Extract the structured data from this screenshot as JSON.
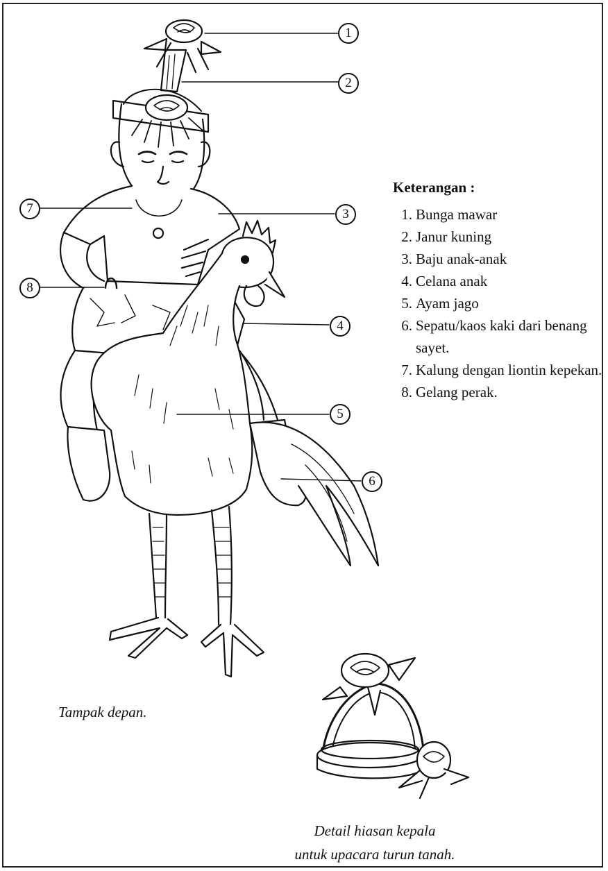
{
  "callouts": [
    "1",
    "2",
    "3",
    "4",
    "5",
    "6",
    "7",
    "8"
  ],
  "legend": {
    "title": "Keterangan :",
    "items": [
      {
        "num": "1.",
        "text": "Bunga mawar"
      },
      {
        "num": "2.",
        "text": "Janur kuning"
      },
      {
        "num": "3.",
        "text": "Baju anak-anak"
      },
      {
        "num": "4.",
        "text": "Celana anak"
      },
      {
        "num": "5.",
        "text": "Ayam jago"
      },
      {
        "num": "6.",
        "text": "Sepatu/kaos kaki dari benang sayet."
      },
      {
        "num": "7.",
        "text": "Kalung dengan liontin kepekan."
      },
      {
        "num": "8.",
        "text": "Gelang perak."
      }
    ]
  },
  "captions": {
    "front": "Tampak depan.",
    "detail_line1": "Detail hiasan kepala",
    "detail_line2": "untuk upacara turun tanah."
  }
}
